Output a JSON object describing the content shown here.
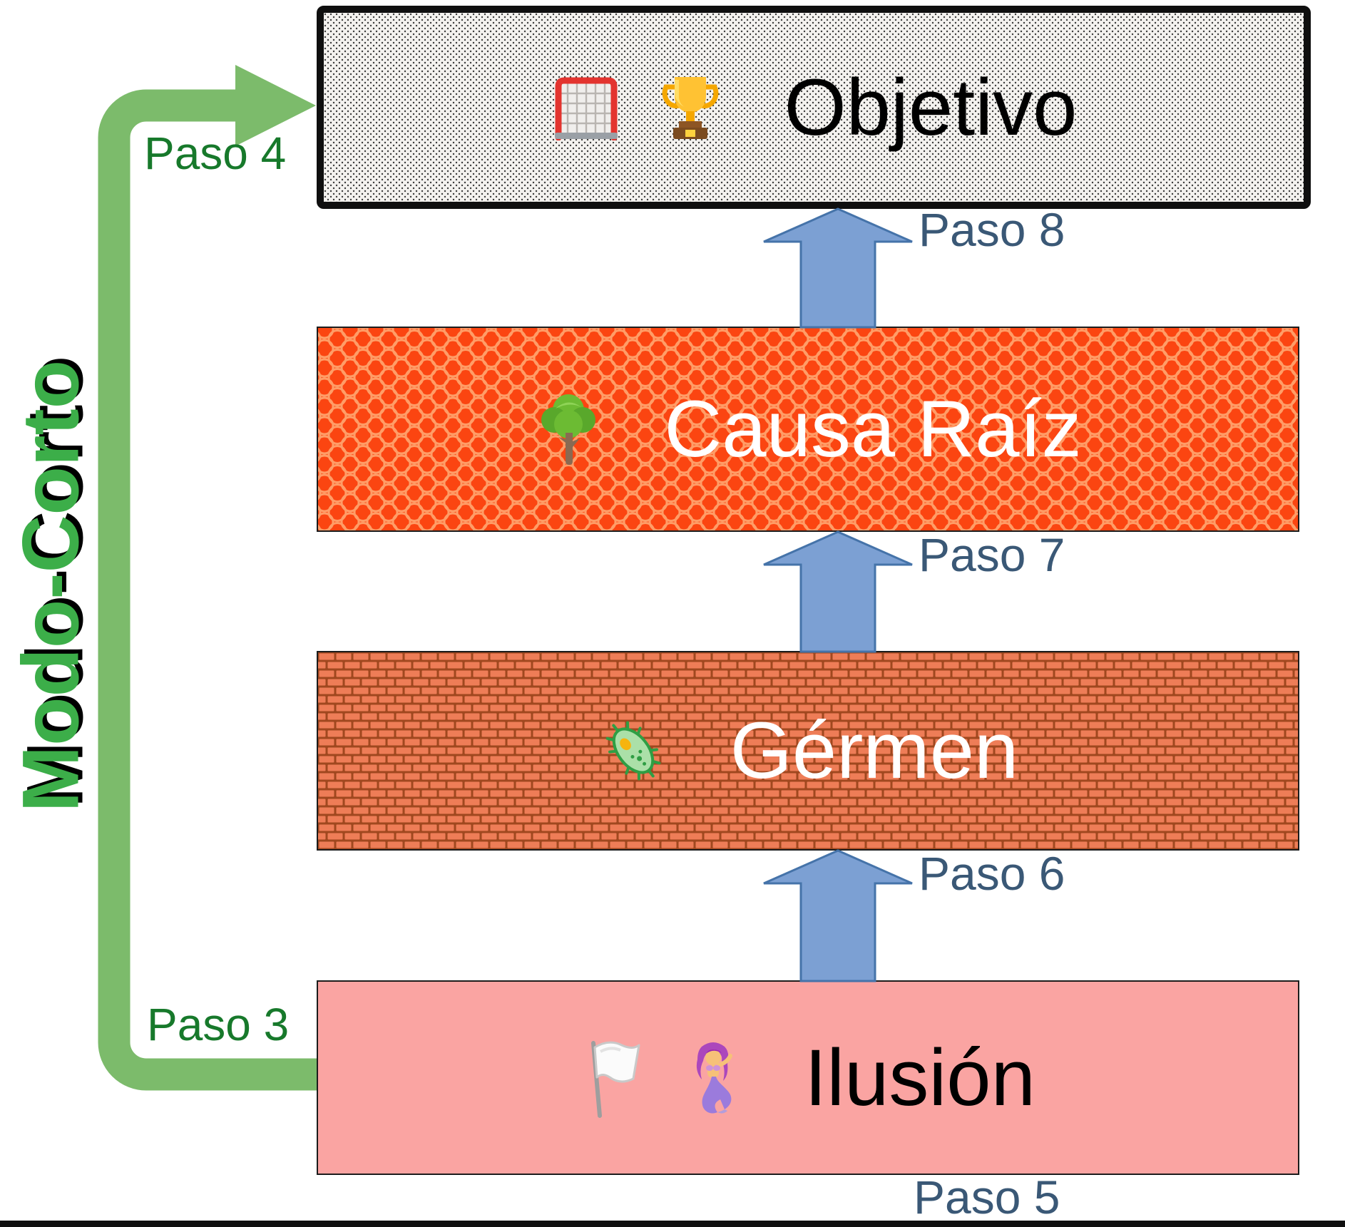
{
  "boxes": [
    {
      "label": "Objetivo",
      "icons": [
        "goal-net",
        "trophy"
      ],
      "fill": "dotted-halftone",
      "text_color": "#000000"
    },
    {
      "label": "Causa Raíz",
      "icons": [
        "tree"
      ],
      "fill": "orange-scales",
      "text_color": "#ffffff"
    },
    {
      "label": "Gérmen",
      "icons": [
        "microbe"
      ],
      "fill": "orange-bricks",
      "text_color": "#ffffff"
    },
    {
      "label": "Ilusión",
      "icons": [
        "white-flag",
        "mermaid"
      ],
      "fill": "solid-pink",
      "text_color": "#000000"
    }
  ],
  "step_arrows": [
    {
      "label": "Paso 8"
    },
    {
      "label": "Paso 7"
    },
    {
      "label": "Paso 6"
    }
  ],
  "bottom_step_label": "Paso 5",
  "loop": {
    "label": "Modo-Corto",
    "entry_label": "Paso 3",
    "exit_label": "Paso 4"
  },
  "colors": {
    "loop_green": "#7cbb6b",
    "green_text": "#17792b",
    "modo_green": "#3cae49",
    "blue_fill": "#7ca0d3",
    "blue_stroke": "#4573a9",
    "blue_text": "#3a5876",
    "objetivo_bg": "#f4f2ef",
    "objetivo_dot": "#3a3a3a",
    "causa_bg": "#fb4511",
    "causa_scale": "#ff9d67",
    "germen_brick": "#ee7d57",
    "germen_mortar": "#a0481f",
    "ilusion_bg": "#faa4a2"
  }
}
